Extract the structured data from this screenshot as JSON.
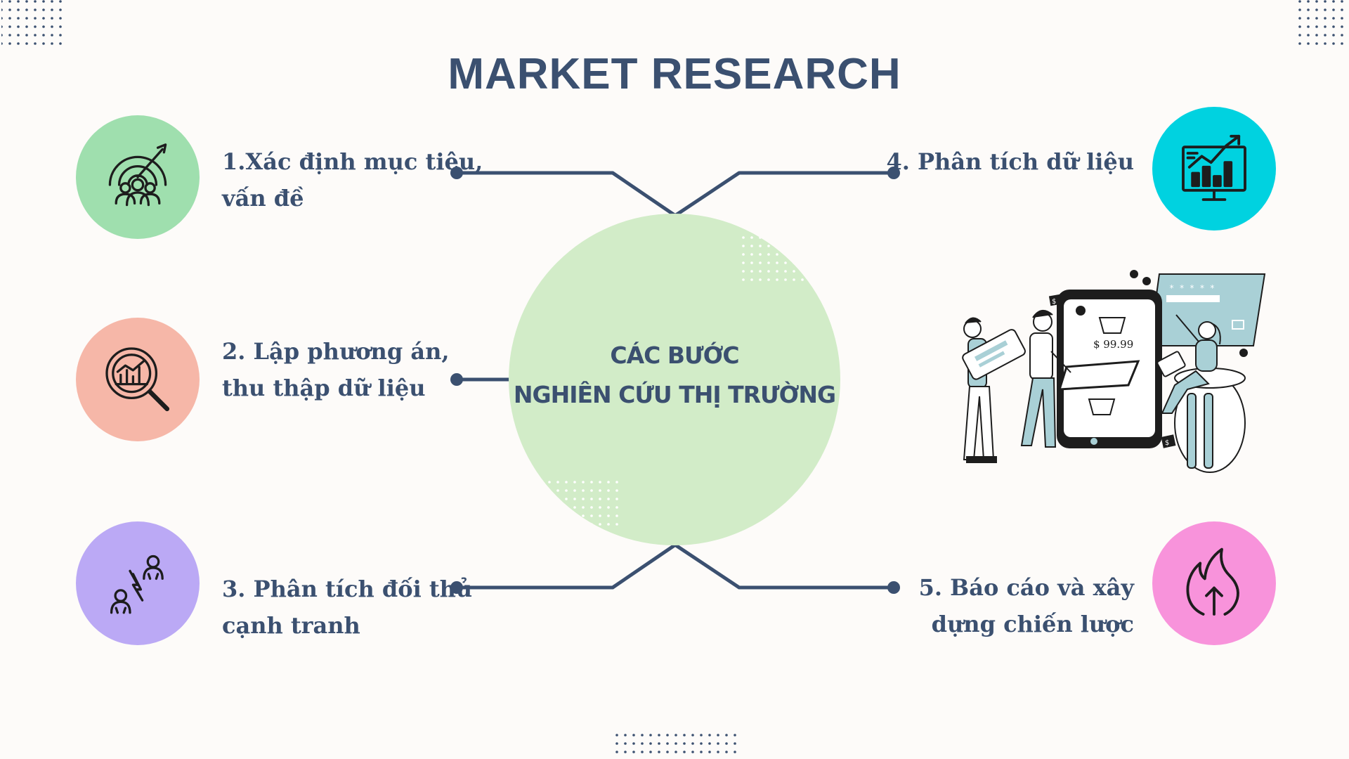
{
  "title": "MARKET RESEARCH",
  "center": {
    "line1": "CÁC BƯỚC",
    "line2": "NGHIÊN CỨU THỊ TRƯỜNG",
    "color": "#d2ecc8"
  },
  "steps": [
    {
      "line1": "1.Xác định mục tiêu,",
      "line2": "vấn đề",
      "icon": "target-team-icon",
      "color": "#9fdfae"
    },
    {
      "line1": "2. Lập phương án,",
      "line2": "thu thập dữ liệu",
      "icon": "magnifier-chart-icon",
      "color": "#f6b7a8"
    },
    {
      "line1": "3. Phân tích đối thủ",
      "line2": "cạnh tranh",
      "icon": "competitors-icon",
      "color": "#bba9f5"
    },
    {
      "line1": "4. Phân tích dữ liệu",
      "line2": "",
      "icon": "monitor-chart-icon",
      "color": "#00d2e0"
    },
    {
      "line1": "5. Báo cáo và xây",
      "line2": "dựng chiến lược",
      "icon": "flame-arrow-icon",
      "color": "#f893db"
    }
  ],
  "illustration": {
    "price": "$ 99.99",
    "coin_label": "$",
    "card_dots": "* * * * *"
  },
  "colors": {
    "text": "#3b5070",
    "line": "#3b5070"
  }
}
